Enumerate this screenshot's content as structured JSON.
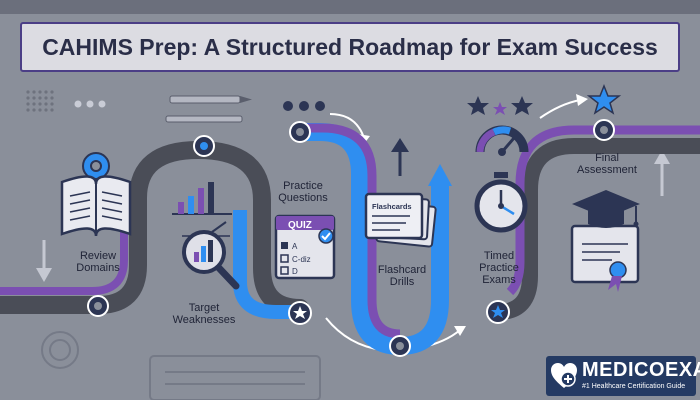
{
  "title": "CAHIMS Prep: A Structured Roadmap for Exam Success",
  "steps": {
    "review": "Review Domains",
    "target": "Target Weaknesses",
    "practice": "Practice Questions",
    "flashcard": "Flashcard Drills",
    "timed": "Timed Practice Exams",
    "final": "Final Assessment"
  },
  "quiz_card": {
    "heading": "QUIZ",
    "option_a": "A",
    "option_c": "C-diz",
    "option_d": "D"
  },
  "flashcards_card": {
    "heading": "Flashcards"
  },
  "brand": {
    "name": "MEDICOEXAM",
    "tagline": "#1 Healthcare Certification Guide"
  },
  "colors": {
    "background": "#8a8f9a",
    "purple_path": "#7b4fb2",
    "blue_path": "#2f8ef0",
    "grey_path": "#4a4d57",
    "title_border": "#4b3e86",
    "brand_bg": "#243a63"
  }
}
